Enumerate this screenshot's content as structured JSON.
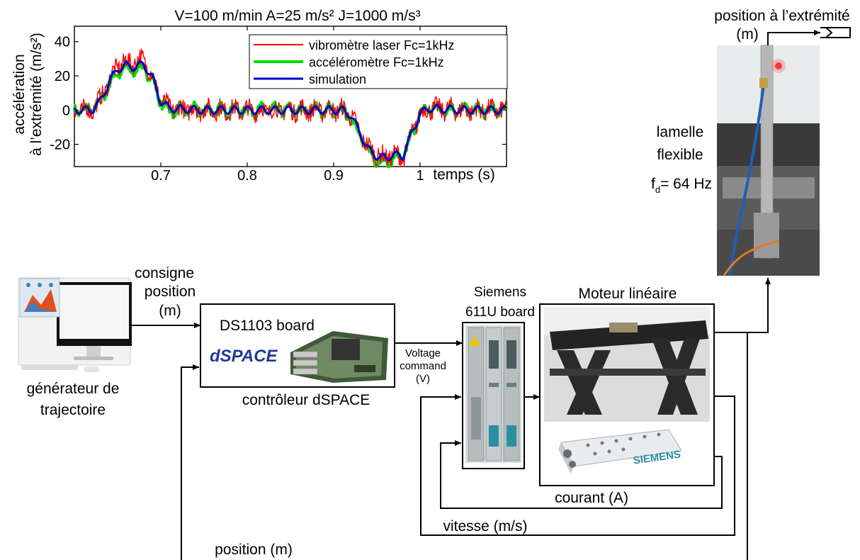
{
  "chart_data": {
    "type": "line",
    "title": "V=100 m/min   A=25 m/s²   J=1000 m/s³",
    "xlabel": "temps (s)",
    "ylabel_line1": "accélération",
    "ylabel_line2": "à l’extrémité (m/s²)",
    "xlim": [
      0.6,
      1.1
    ],
    "ylim": [
      -33,
      49
    ],
    "xticks": [
      0.7,
      0.8,
      0.9,
      1
    ],
    "xtick_labels": [
      "0.7",
      "0.8",
      "0.9",
      "1"
    ],
    "yticks": [
      40,
      20,
      0,
      -20
    ],
    "ytick_labels": [
      "40",
      "20",
      "0",
      "-20"
    ],
    "legend_position": "top-right",
    "grid": false,
    "x": [
      0.6,
      0.62,
      0.63,
      0.64,
      0.65,
      0.66,
      0.67,
      0.68,
      0.69,
      0.7,
      0.71,
      0.75,
      0.8,
      0.85,
      0.9,
      0.91,
      0.92,
      0.93,
      0.94,
      0.95,
      0.96,
      0.97,
      0.98,
      0.99,
      1.0,
      1.01,
      1.05,
      1.1
    ],
    "series": [
      {
        "name": "vibromètre laser Fc=1kHz",
        "color": "#ff0000",
        "values": [
          0,
          0,
          6,
          17,
          26,
          28,
          28,
          30,
          20,
          6,
          1,
          0,
          0,
          0,
          0,
          0,
          -3,
          -13,
          -22,
          -26,
          -28,
          -26,
          -28,
          -15,
          -2,
          1,
          0,
          0
        ]
      },
      {
        "name": "accéléromètre Fc=1kHz",
        "color": "#00e000",
        "values": [
          0,
          0,
          5,
          15,
          22,
          24,
          24,
          25,
          18,
          5,
          0,
          0,
          0,
          0,
          0,
          -1,
          -4,
          -14,
          -24,
          -29,
          -30,
          -28,
          -28,
          -15,
          -2,
          1,
          0,
          0
        ]
      },
      {
        "name": "simulation",
        "color": "#0000cc",
        "values": [
          0,
          0,
          5,
          16,
          24,
          26,
          25,
          27,
          19,
          5,
          1,
          0,
          0,
          0,
          0,
          0,
          -3,
          -13,
          -23,
          -27,
          -28,
          -26,
          -27,
          -14,
          -2,
          1,
          0,
          0
        ]
      }
    ]
  },
  "diagram": {
    "trajectory_generator": "générateur de\ntrajectoire",
    "setpoint_label": "consigne\nposition\n(m)",
    "ds_board_title": "DS1103 board",
    "dspace_logo": "dSPACE",
    "controller_caption": "contrôleur dSPACE",
    "voltage_label": "Voltage\ncommand\n(V)",
    "siemens_board_label": "Siemens\n611U board",
    "motor_title": "Moteur linéaire",
    "siemens_logo": "SIEMENS",
    "current_label": "courant (A)",
    "speed_label": "vitesse (m/s)",
    "position_label": "position (m)",
    "tip_position_label": "position à l’extrémité\n(m)",
    "flexible_blade_line1": "lamelle",
    "flexible_blade_line2": "flexible",
    "freq_symbol": "f",
    "freq_subscript": "d",
    "freq_value": "= 64 Hz"
  },
  "colors": {
    "line_black": "#000000",
    "laser": "#ff0000",
    "accelerometer": "#00e000",
    "simulation": "#0000cc",
    "dspace_red": "#d9261c",
    "dspace_blue": "#1f3a93",
    "siemens_teal": "#2a8fa0"
  }
}
